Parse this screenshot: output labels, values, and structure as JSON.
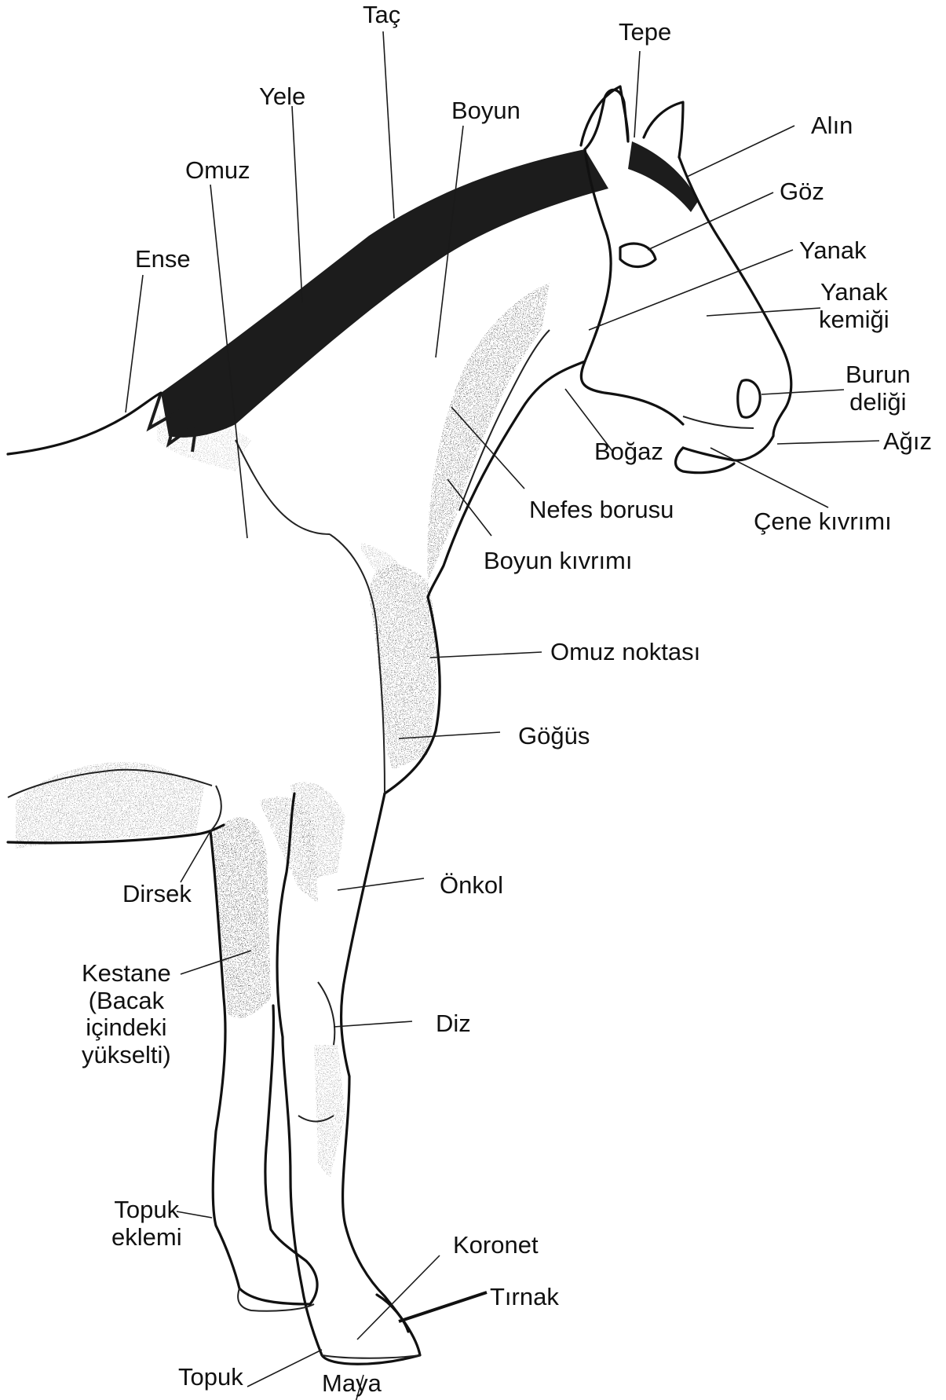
{
  "labels": {
    "tac": "Taç",
    "tepe": "Tepe",
    "yele": "Yele",
    "boyun": "Boyun",
    "alin": "Alın",
    "omuz": "Omuz",
    "goz": "Göz",
    "ense": "Ense",
    "yanak": "Yanak",
    "yanak_kemigi_1": "Yanak",
    "yanak_kemigi_2": "kemiği",
    "burun_1": "Burun",
    "burun_2": "deliği",
    "agiz": "Ağız",
    "bogaz": "Boğaz",
    "nefes_borusu": "Nefes borusu",
    "cene_kivrimi": "Çene kıvrımı",
    "boyun_kivrimi": "Boyun kıvrımı",
    "omuz_noktasi": "Omuz noktası",
    "gogus": "Göğüs",
    "dirsek": "Dirsek",
    "onkol": "Önkol",
    "kestane_1": "Kestane",
    "kestane_2": "(Bacak",
    "kestane_3": "içindeki",
    "kestane_4": "yükselti)",
    "diz": "Diz",
    "topuk_eklemi_1": "Topuk",
    "topuk_eklemi_2": "eklemi",
    "koronet": "Koronet",
    "tirnak": "Tırnak",
    "topuk": "Topuk",
    "maya": "Maya"
  },
  "colors": {
    "ink": "#111111",
    "mane": "#1c1c1c",
    "shading": "#8a8a8a",
    "background": "#ffffff"
  }
}
